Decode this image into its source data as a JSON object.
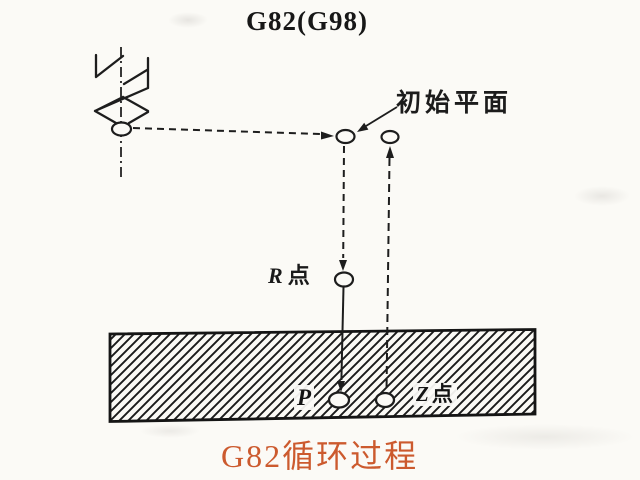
{
  "title": "G82(G98)",
  "labels": {
    "initial_plane": "初始平面",
    "r_point": {
      "letter": "R",
      "suffix": "点"
    },
    "p_point": "P",
    "z_point": {
      "letter": "Z",
      "suffix": "点"
    }
  },
  "caption": "G82循环过程",
  "colors": {
    "ink": "#1d1d1d",
    "paper": "#fbfaf6",
    "caption_red": "#cc5a2e"
  },
  "icons": {
    "drill": "twist-drill-bit-icon"
  }
}
